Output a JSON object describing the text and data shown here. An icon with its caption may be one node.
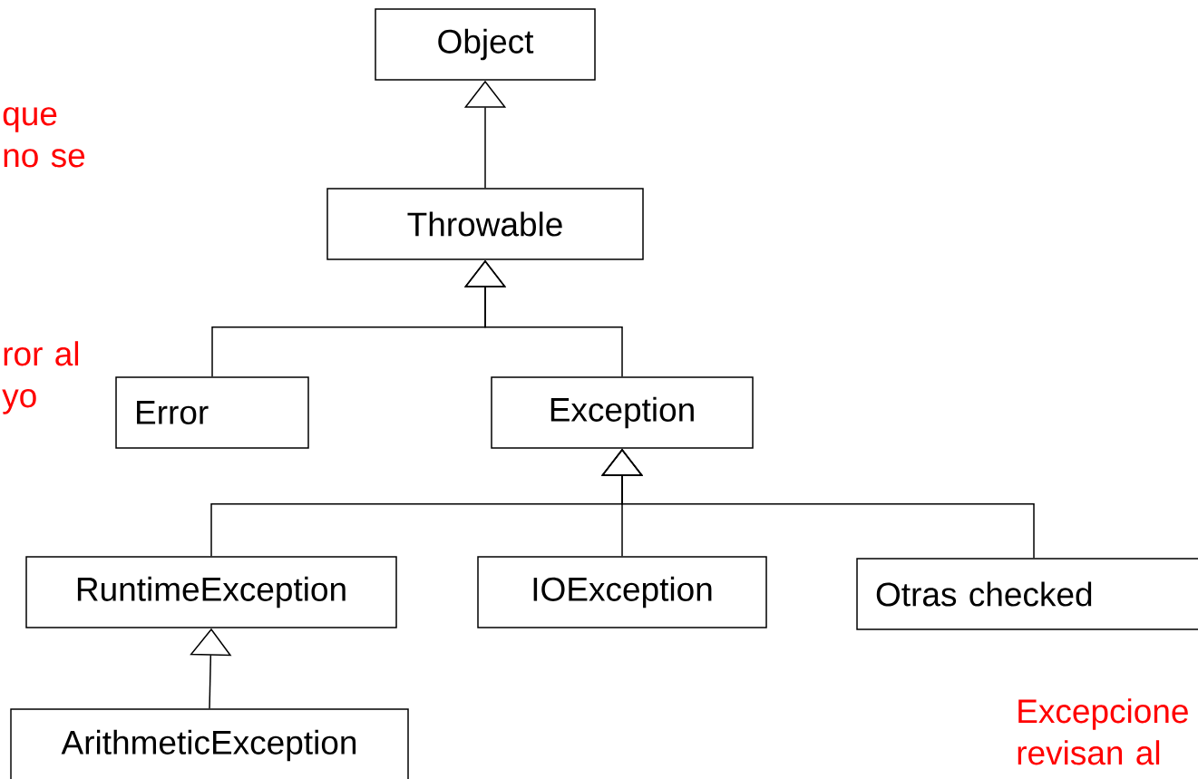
{
  "diagram": {
    "nodes": [
      {
        "text": [
          "Object"
        ]
      },
      {
        "text": [
          "Throwable"
        ]
      },
      {
        "text": [
          "Error"
        ]
      },
      {
        "text": [
          "Exception"
        ]
      },
      {
        "text": [
          "RuntimeException"
        ]
      },
      {
        "text": [
          "IOException"
        ]
      },
      {
        "text": [
          "Otras checked"
        ]
      },
      {
        "text": [
          "ArithmeticException"
        ]
      }
    ],
    "edges": [
      {
        "from": 1,
        "to": 0,
        "arrow": "to"
      },
      {
        "from": 2,
        "to": 1,
        "arrow": "to"
      },
      {
        "from": 3,
        "to": 1,
        "arrow": "to"
      },
      {
        "from": 4,
        "to": 3,
        "arrow": "to"
      },
      {
        "from": 5,
        "to": 3,
        "arrow": "to"
      },
      {
        "from": 6,
        "to": 3,
        "arrow": "to"
      },
      {
        "from": 7,
        "to": 4,
        "arrow": "to"
      }
    ],
    "labels": [
      "que no se",
      "ror al yo",
      "Excepcione revisan al"
    ]
  }
}
